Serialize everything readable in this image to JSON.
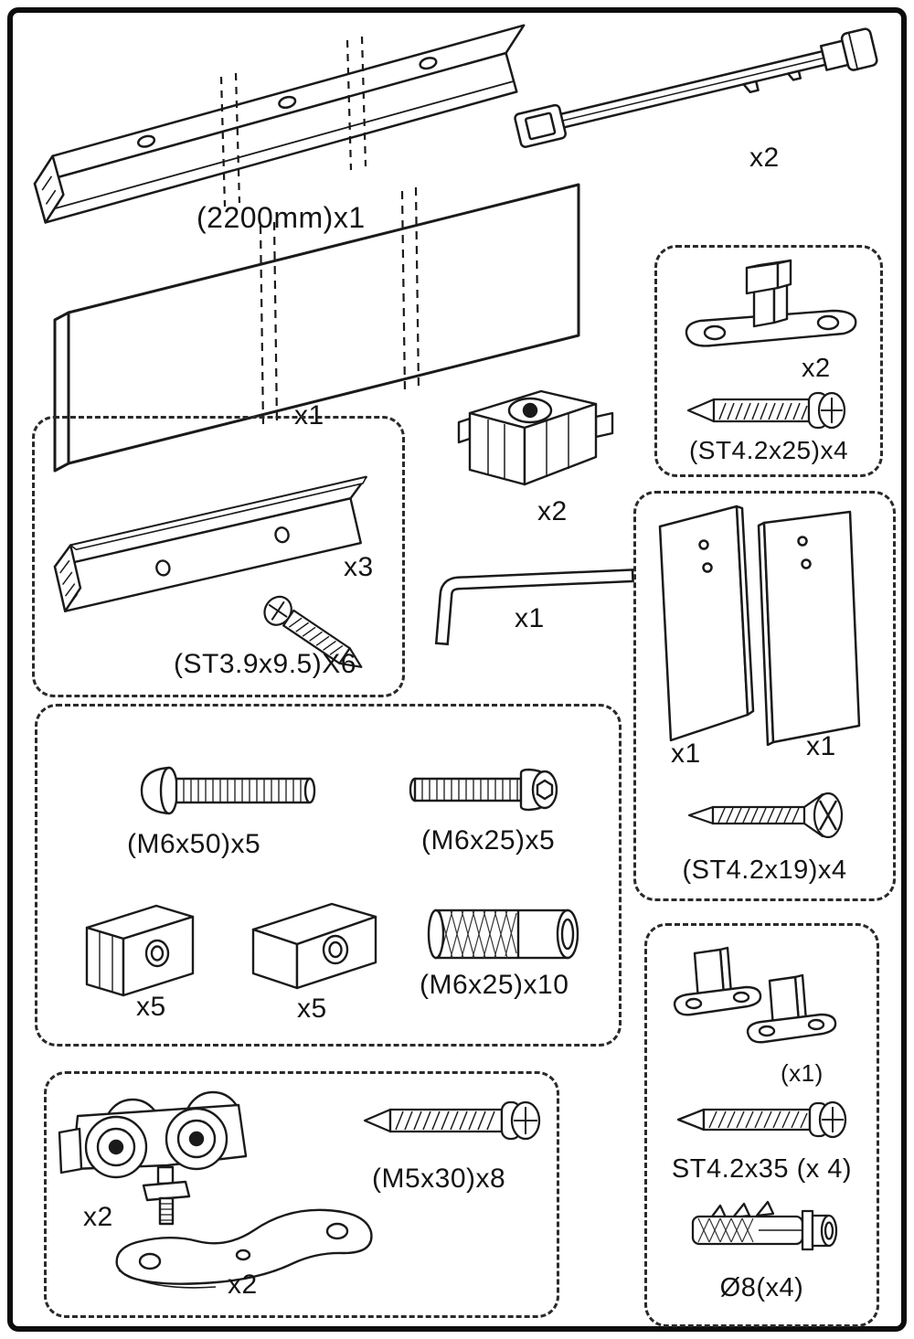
{
  "track": {
    "label": "(2200mm)x1"
  },
  "damper": {
    "qty": "x2"
  },
  "board": {
    "qty": "x1"
  },
  "door_stop": {
    "qty": "x2",
    "screws": "(ST4.2x25)x4"
  },
  "wall_channel": {
    "qty": "x3",
    "screws": "(ST3.9x9.5)X6"
  },
  "guide_block": {
    "qty": "x2"
  },
  "hex_key": {
    "qty": "x1"
  },
  "panels": {
    "left_qty": "x1",
    "right_qty": "x1",
    "screws": "(ST4.2x19)x4"
  },
  "fasteners": {
    "bolt_long": "(M6x50)x5",
    "bolt_short": "(M6x25)x5",
    "nut_thin_qty": "x5",
    "nut_thick_qty": "x5",
    "sleeve": "(M6x25)x10"
  },
  "rollers": {
    "qty": "x2",
    "screws": "(M5x30)x8",
    "bracket_qty": "x2"
  },
  "floor_guide": {
    "qty": "(x1)",
    "screws": "ST4.2x35 (x 4)",
    "anchor": "Ø8(x4)"
  }
}
